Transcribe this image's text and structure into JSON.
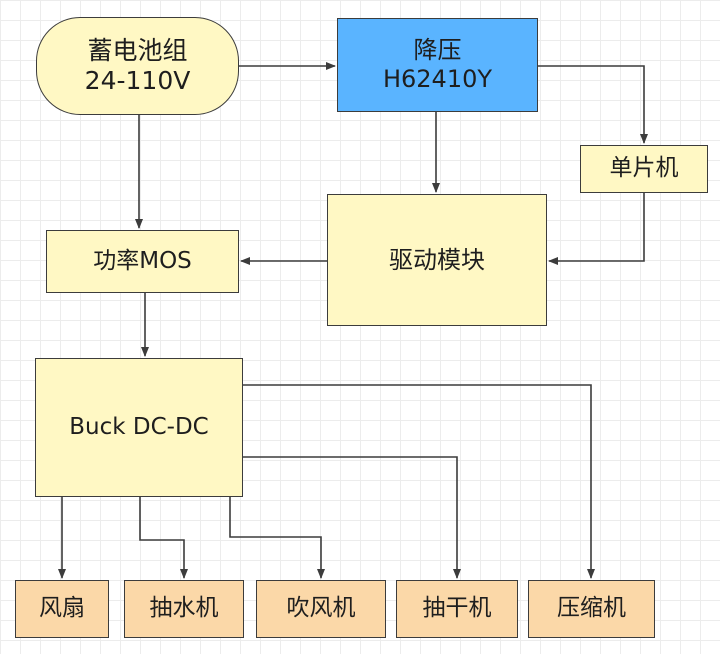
{
  "nodes": {
    "battery": {
      "line1": "蓄电池组",
      "line2": "24-110V"
    },
    "buck_converter": {
      "line1": "降压",
      "line2": "H62410Y"
    },
    "mcu": {
      "label": "单片机"
    },
    "driver": {
      "label": "驱动模块"
    },
    "power_mos": {
      "label": "功率MOS"
    },
    "buck_dcdc": {
      "label": "Buck DC-DC"
    },
    "loads": [
      {
        "label": "风扇"
      },
      {
        "label": "抽水机"
      },
      {
        "label": "吹风机"
      },
      {
        "label": "抽干机"
      },
      {
        "label": "压缩机"
      }
    ]
  },
  "colors": {
    "supply_fill": "#fff8c4",
    "regulator_fill": "#5ab4ff",
    "load_fill": "#fbd8a8",
    "stroke": "#3c3c3c"
  }
}
